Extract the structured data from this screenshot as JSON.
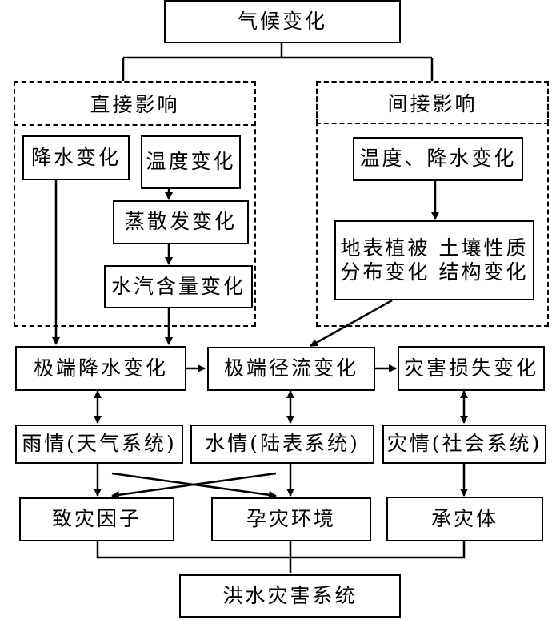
{
  "title": "气候变化",
  "direct": {
    "label": "直接影响",
    "precip": "降水变化",
    "temp": "温度变化",
    "evap": "蒸散发变化",
    "vapor": "水汽含量变化"
  },
  "indirect": {
    "label": "间接影响",
    "temp_precip": "温度、降水变化",
    "land_line1": "地表植被分布变化",
    "land_line2": "土壤性质结构变化"
  },
  "extremes": {
    "precip": "极端降水变化",
    "runoff": "极端径流变化",
    "loss": "灾害损失变化"
  },
  "conditions": {
    "rain": "雨情(天气系统)",
    "water": "水情(陆表系统)",
    "disaster": "灾情(社会系统)"
  },
  "elements": {
    "factor": "致灾因子",
    "environment": "孕灾环境",
    "body": "承灾体"
  },
  "system": "洪水灾害系统"
}
